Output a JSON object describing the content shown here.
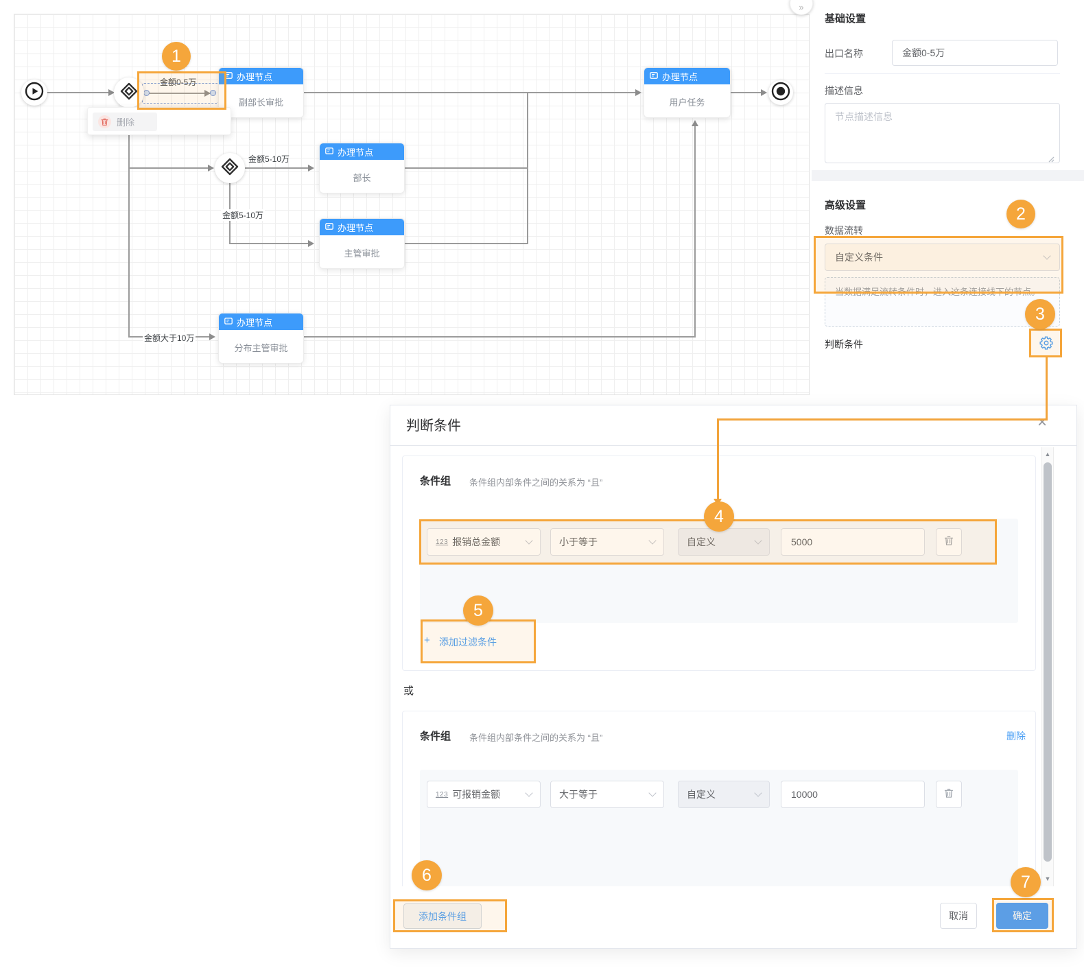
{
  "canvas": {
    "collapse_icon": "»",
    "node_type_label": "办理节点",
    "nodes": {
      "n1": "副部长审批",
      "n2": "部长",
      "n3": "主管审批",
      "n4": "分布主管审批",
      "n5": "用户任务"
    },
    "edges": {
      "selected_label": "金额0-5万",
      "mid_label": "金额5-10万",
      "mid_label2": "金额5-10万",
      "bottom_label": "金额大于10万"
    },
    "context_menu": {
      "delete_label": "删除"
    }
  },
  "panel": {
    "basic_title": "基础设置",
    "exit_name_label": "出口名称",
    "exit_name_value": "金额0-5万",
    "desc_label": "描述信息",
    "desc_placeholder": "节点描述信息",
    "advanced_title": "高级设置",
    "data_flow_label": "数据流转",
    "data_flow_value": "自定义条件",
    "data_flow_hint": "当数据满足流转条件时，进入这条连接线下的节点。",
    "condition_label": "判断条件"
  },
  "modal": {
    "title": "判断条件",
    "close_icon": "×",
    "or_divider": "或",
    "group1": {
      "title": "条件组",
      "subtitle": "条件组内部条件之间的关系为 “且”",
      "row": {
        "field_icon": "123",
        "field": "报销总金额",
        "operator": "小于等于",
        "source": "自定义",
        "value": "5000"
      },
      "add_filter_plus": "+",
      "add_filter_label": "添加过滤条件"
    },
    "group2": {
      "title": "条件组",
      "subtitle": "条件组内部条件之间的关系为 “且”",
      "delete_label": "删除",
      "row": {
        "field_icon": "123",
        "field": "可报销金额",
        "operator": "大于等于",
        "source": "自定义",
        "value": "10000"
      }
    },
    "footer": {
      "add_group_label": "添加条件组",
      "cancel_label": "取消",
      "confirm_label": "确定"
    },
    "scrollbar": {
      "up": "▲",
      "down": "▼"
    }
  },
  "annotations": {
    "s1": "1",
    "s2": "2",
    "s3": "3",
    "s4": "4",
    "s5": "5",
    "s6": "6",
    "s7": "7"
  },
  "colors": {
    "accent_orange": "#F5A63B",
    "node_blue": "#3D9BFB",
    "link_blue": "#4A9FF5"
  }
}
